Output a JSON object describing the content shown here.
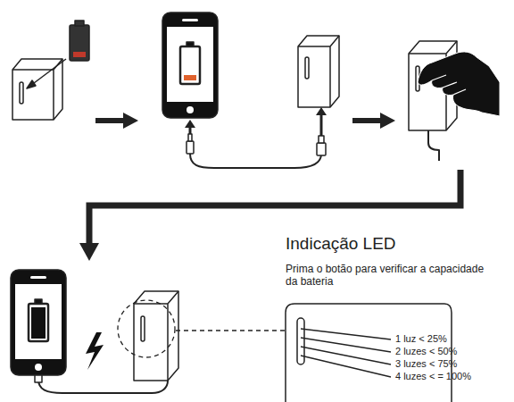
{
  "diagram": {
    "labels": [
      "Indicação LED",
      "Prima o botão para verificar a capacidade da bateria",
      "1 luz < 25%",
      "2 luzes < 50%",
      "3 luzes < 75%",
      "4 luzes < = 100%"
    ]
  }
}
